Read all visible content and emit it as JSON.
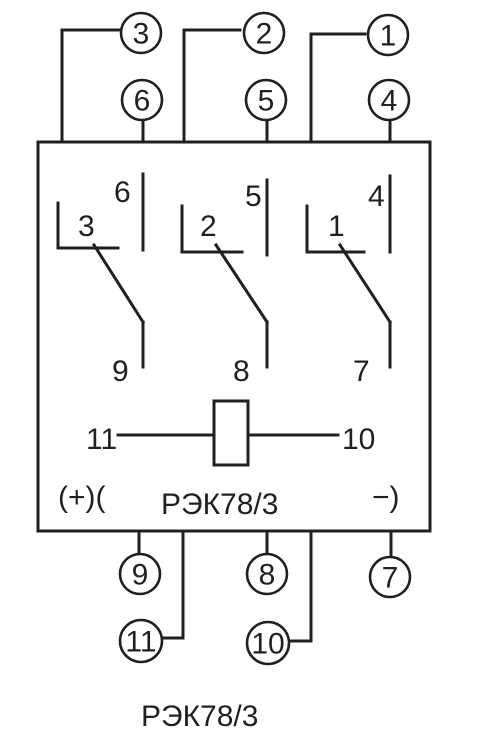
{
  "terminals_top": [
    "3",
    "2",
    "1",
    "6",
    "5",
    "4"
  ],
  "terminals_bottom": [
    "9",
    "8",
    "7",
    "11",
    "10"
  ],
  "contacts": {
    "group1": {
      "common": "3",
      "nc": "6",
      "no": "9"
    },
    "group2": {
      "common": "2",
      "nc": "5",
      "no": "8"
    },
    "group3": {
      "common": "1",
      "nc": "4",
      "no": "7"
    }
  },
  "coil": {
    "left": "11",
    "right": "10"
  },
  "polarity": {
    "plus": "(+)(",
    "minus": "−)"
  },
  "model": "РЭК78/3",
  "caption": "РЭК78/3"
}
